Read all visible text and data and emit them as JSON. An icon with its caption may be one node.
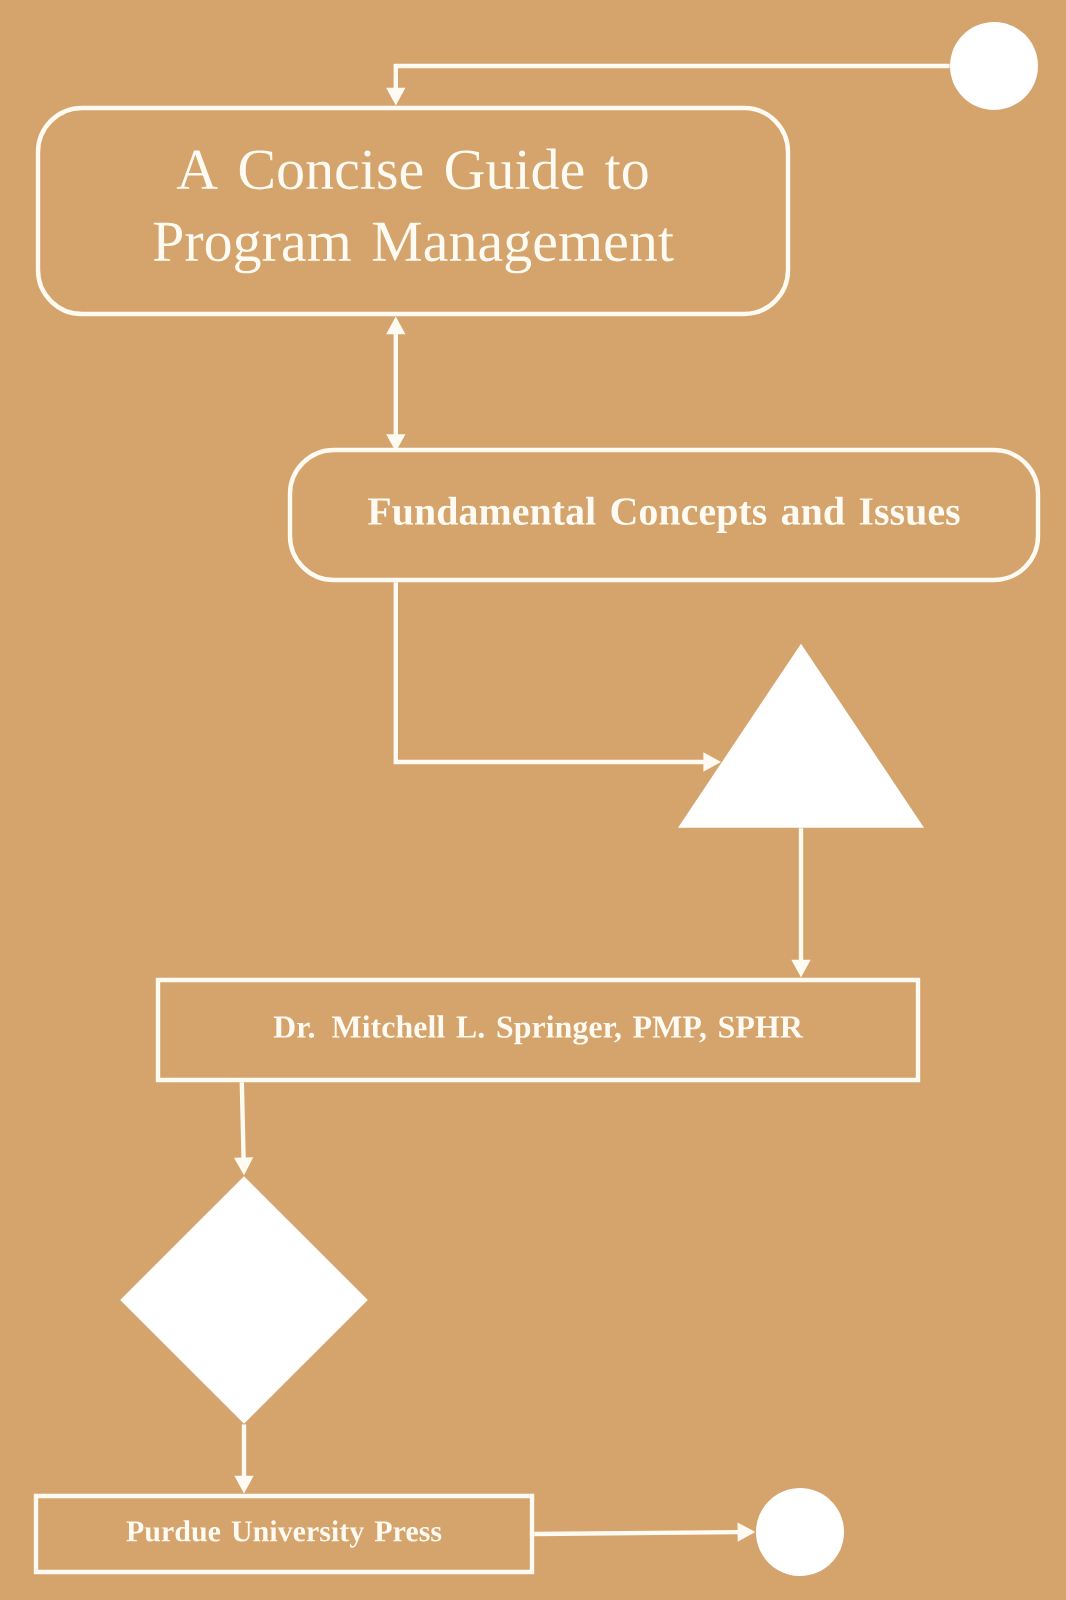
{
  "diagram": {
    "nodes": [
      {
        "text": [],
        "shape": "circle"
      },
      {
        "text": [
          "A Concise Guide to Program Management"
        ]
      },
      {
        "text": [
          "Fundamental Concepts and Issues"
        ]
      },
      {
        "text": [],
        "shape": "triangle"
      },
      {
        "text": [
          "Dr. Mitchell L. Springer, PMP, SPHR"
        ]
      },
      {
        "text": [],
        "shape": "diamond"
      },
      {
        "text": [
          "Purdue University Press"
        ]
      },
      {
        "text": [],
        "shape": "circle"
      }
    ],
    "edges": [
      {
        "from": 0,
        "to": 1,
        "arrow": "to"
      },
      {
        "from": 1,
        "to": 2,
        "arrow": "both"
      },
      {
        "from": 2,
        "to": 3,
        "arrow": "to"
      },
      {
        "from": 3,
        "to": 4,
        "arrow": "to"
      },
      {
        "from": 4,
        "to": 5,
        "arrow": "to"
      },
      {
        "from": 5,
        "to": 6,
        "arrow": "to"
      },
      {
        "from": 6,
        "to": 7,
        "arrow": "to"
      }
    ]
  }
}
